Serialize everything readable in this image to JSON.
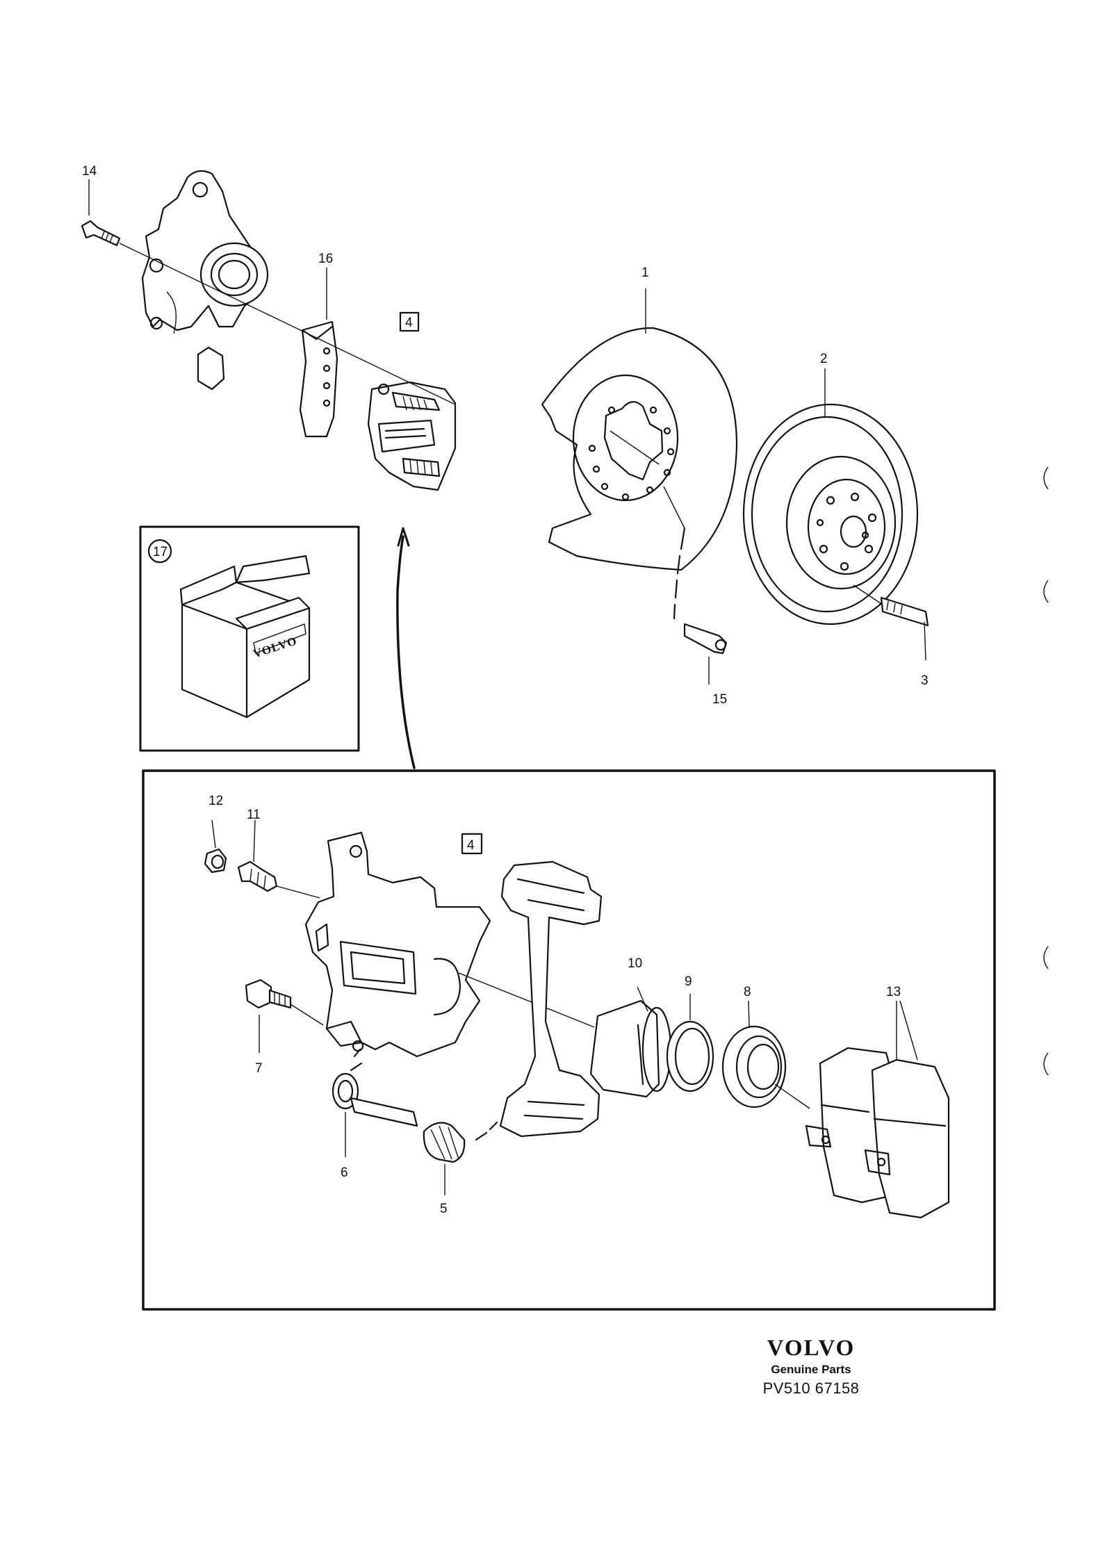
{
  "callouts": {
    "c1": "1",
    "c2": "2",
    "c3": "3",
    "c4_top": "4",
    "c4_inset": "4",
    "c5": "5",
    "c6": "6",
    "c7": "7",
    "c8": "8",
    "c9": "9",
    "c10": "10",
    "c11": "11",
    "c12": "12",
    "c13": "13",
    "c14": "14",
    "c15": "15",
    "c16": "16",
    "c17": "17"
  },
  "kit_box_label": "VOLVO",
  "footer": {
    "brand": "VOLVO",
    "tagline": "Genuine Parts",
    "reference": "PV510 67158"
  },
  "colors": {
    "ink": "#111111",
    "paper": "#ffffff"
  }
}
